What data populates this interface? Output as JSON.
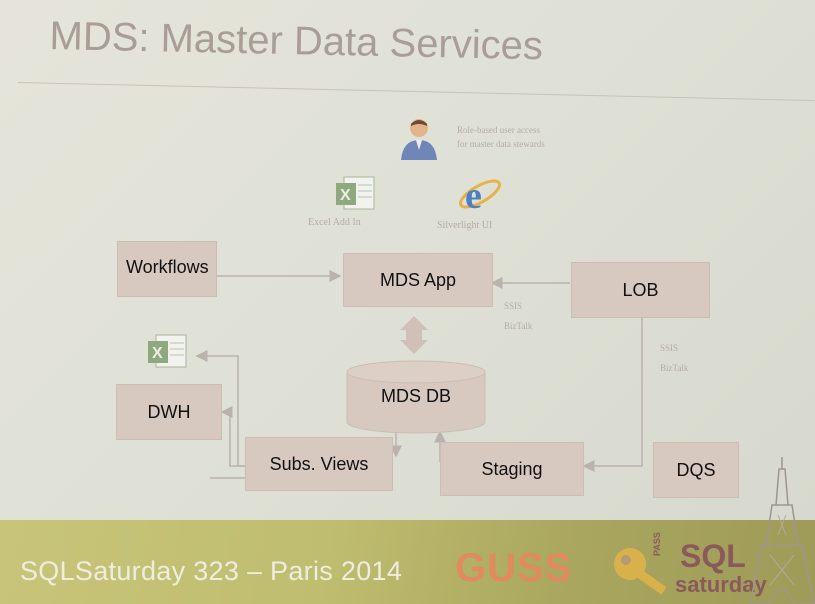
{
  "slide": {
    "title": "MDS: Master Data Services"
  },
  "diagram": {
    "user_caption_line1": "Role-based user access",
    "user_caption_line2": "for master data stewards",
    "excel_addin_label": "Excel Add In",
    "silverlight_label": "Silverlight UI",
    "nodes": {
      "workflows": "Workflows",
      "mds_app": "MDS App",
      "lob": "LOB",
      "mds_db": "MDS DB",
      "dwh": "DWH",
      "subs_views": "Subs. Views",
      "staging": "Staging",
      "dqs": "DQS"
    },
    "edge_labels": {
      "lob_to_app_line1": "SSIS",
      "lob_to_app_line2": "BizTalk",
      "lob_to_staging_line1": "SSIS",
      "lob_to_staging_line2": "BizTalk"
    }
  },
  "footer": {
    "event_text": "SQLSaturday 323 – Paris 2014",
    "guss_logo_text": "GUSS",
    "sql_logo_text": "SQL",
    "saturday_logo_text": "saturday",
    "pass_logo_text": "PASS"
  },
  "colors": {
    "box_fill": "#d7c9bf",
    "connector": "#b9b2ad",
    "title": "#a89e95",
    "footer_band": "#c8c57a",
    "guss_orange": "#e08a5f"
  }
}
